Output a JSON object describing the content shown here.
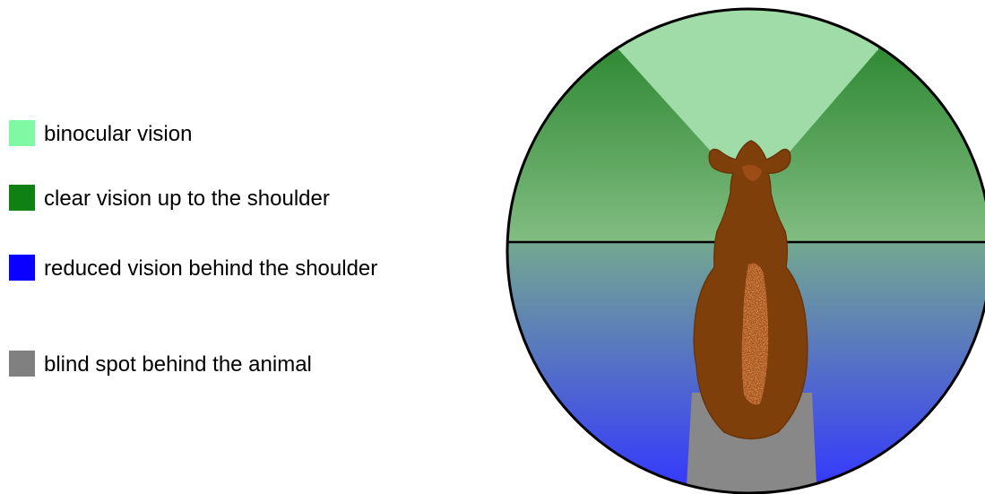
{
  "legend": {
    "items": [
      {
        "label": "binocular vision",
        "color": "#80f9a4"
      },
      {
        "label": "clear vision up to the shoulder",
        "color": "#0e8014"
      },
      {
        "label": "reduced vision behind the shoulder",
        "color": "#0a00ff"
      },
      {
        "label": "blind spot behind the animal",
        "color": "#808080"
      }
    ]
  },
  "zones": {
    "binocular_color": "#9fdca8",
    "clear_top_color": "#2a8a2f",
    "clear_bottom_color": "#80bd80",
    "reduced_top_color": "#70a898",
    "reduced_bottom_color": "#3a3ef6",
    "blind_color": "#888888",
    "animal_color": "#7f3f0b",
    "animal_spot_color": "#b3541c"
  }
}
